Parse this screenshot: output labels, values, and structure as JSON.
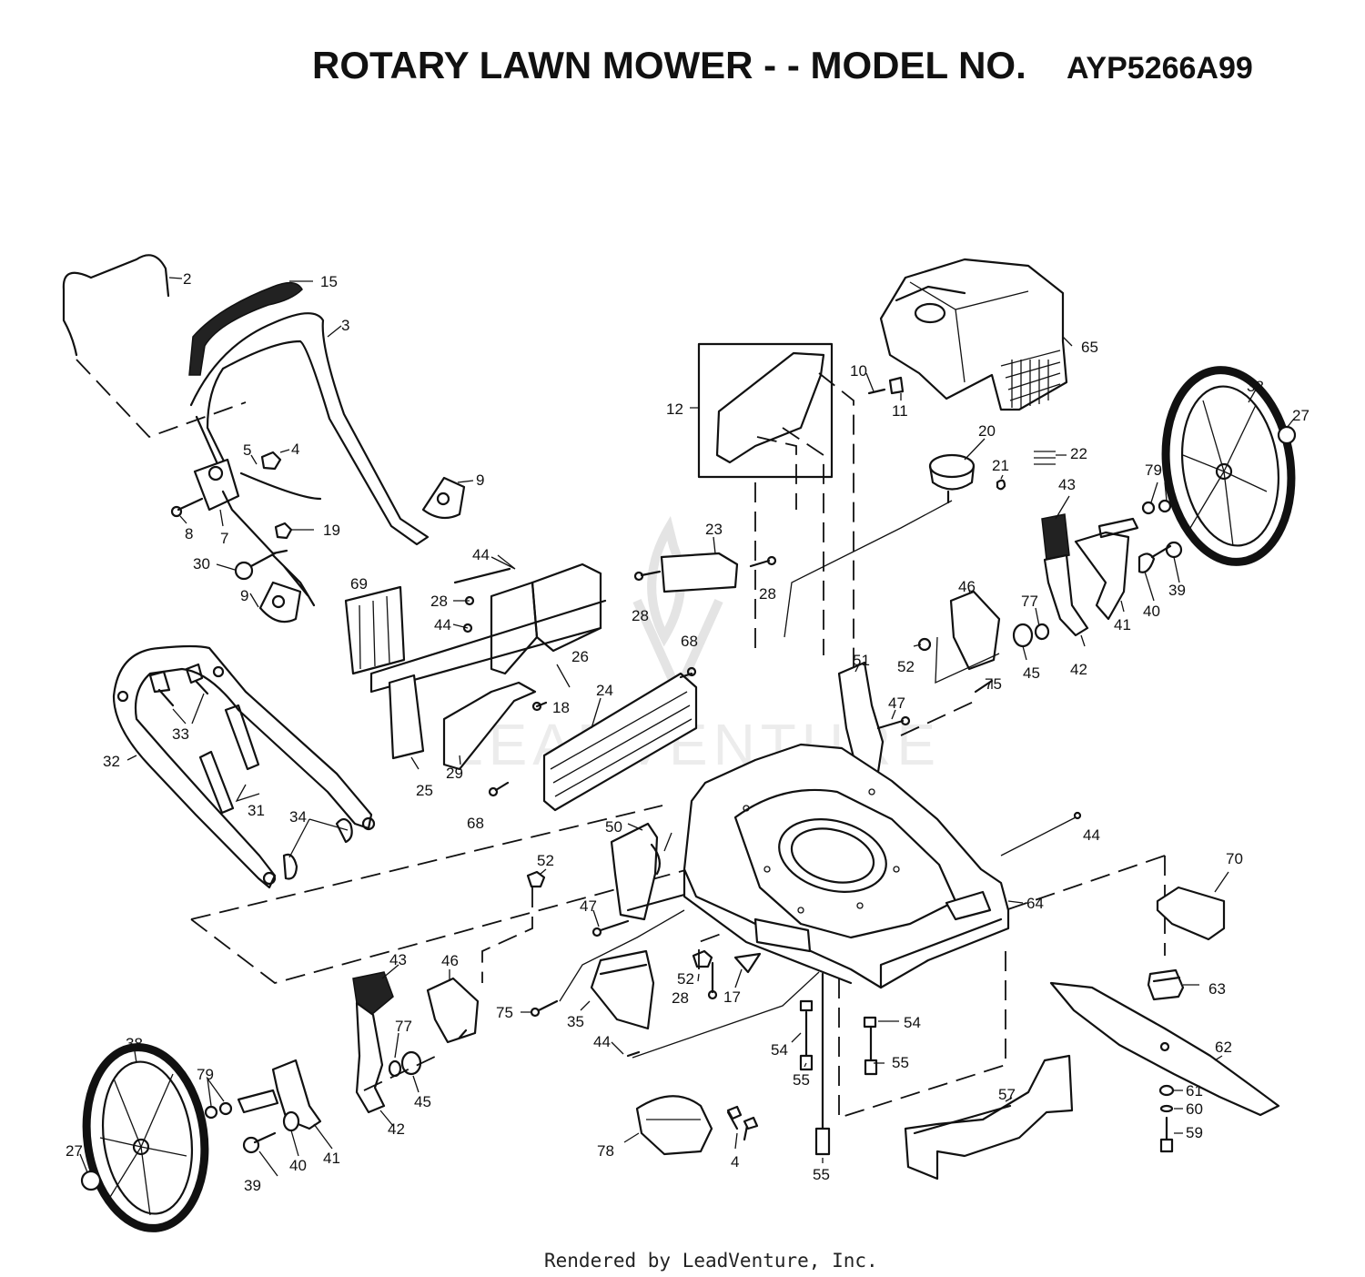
{
  "title": {
    "main": "ROTARY LAWN MOWER - - MODEL NO.",
    "model": "AYP5266A99"
  },
  "footer": "Rendered by LeadVenture, Inc.",
  "callouts": {
    "c2": "2",
    "c15": "15",
    "c3": "3",
    "c5": "5",
    "c4a": "4",
    "c9a": "9",
    "c8": "8",
    "c7": "7",
    "c19": "19",
    "c30": "30",
    "c9b": "9",
    "c69": "69",
    "c44a": "44",
    "c28a": "28",
    "c44b": "44",
    "c26": "26",
    "c23": "23",
    "c28b": "28",
    "c28c": "28",
    "c68a": "68",
    "c24": "24",
    "c18": "18",
    "c33": "33",
    "c32": "32",
    "c31": "31",
    "c25": "25",
    "c29": "29",
    "c68b": "68",
    "c34": "34",
    "c12": "12",
    "c10": "10",
    "c11": "11",
    "c65": "65",
    "c20": "20",
    "c21": "21",
    "c22": "22",
    "c43a": "43",
    "c79a": "79",
    "c38a": "38",
    "c27a": "27",
    "c39a": "39",
    "c40a": "40",
    "c41a": "41",
    "c42a": "42",
    "c46a": "46",
    "c52a": "52",
    "c77a": "77",
    "c45a": "45",
    "c75a": "75",
    "c51": "51",
    "c47a": "47",
    "c50": "50",
    "c44c": "44",
    "c64": "64",
    "c70": "70",
    "c52b": "52",
    "c47b": "47",
    "c52c": "52",
    "c28d": "28",
    "c17": "17",
    "c63": "63",
    "c43b": "43",
    "c46b": "46",
    "c75b": "75",
    "c35": "35",
    "c44d": "44",
    "c54a": "54",
    "c54b": "54",
    "c55a": "55",
    "c55b": "55",
    "c62": "62",
    "c77b": "77",
    "c45b": "45",
    "c38b": "38",
    "c79b": "79",
    "c42b": "42",
    "c41b": "41",
    "c40b": "40",
    "c39b": "39",
    "c27b": "27",
    "c78": "78",
    "c4b": "4",
    "c57": "57",
    "c55c": "55",
    "c61": "61",
    "c60": "60",
    "c59": "59"
  }
}
